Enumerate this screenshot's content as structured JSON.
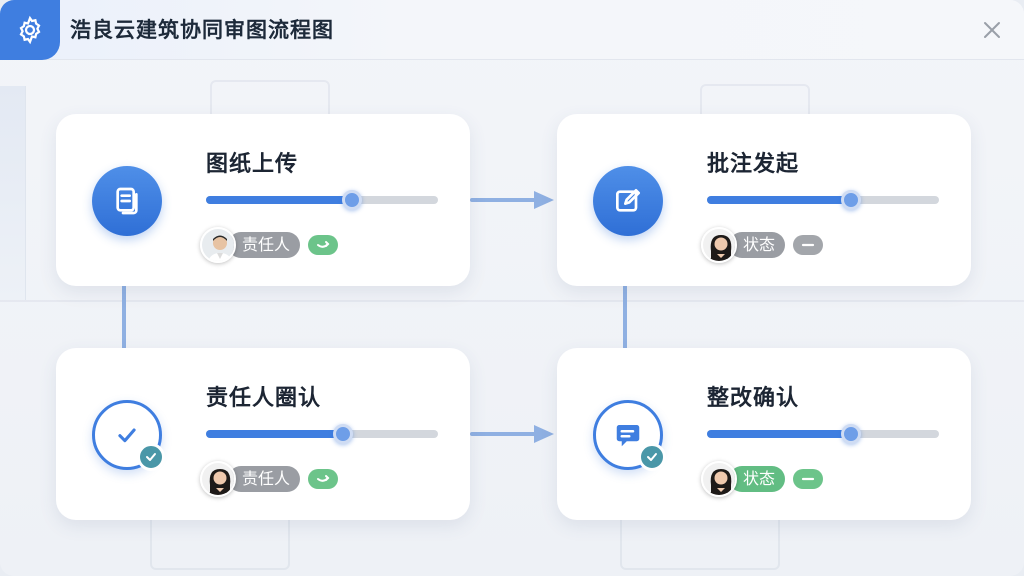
{
  "window": {
    "title": "浩良云建筑协同审图流程图"
  },
  "icons": {
    "app": "gear-icon",
    "close": "close-icon",
    "upload": "document-icon",
    "annotate": "edit-icon",
    "confirm": "check-circle-icon",
    "rectify": "comment-icon",
    "badge": "check-badge-icon"
  },
  "colors": {
    "accent": "#3f7ee0",
    "green": "#62bd83",
    "gray": "#9a9da3",
    "arrow": "#8fb0e2",
    "badge": "#4a97a8"
  },
  "steps": [
    {
      "title": "图纸上传",
      "progress": 0.63,
      "tag": "责任人",
      "tag_color": "gray",
      "status": "on"
    },
    {
      "title": "批注发起",
      "progress": 0.62,
      "tag": "状态",
      "tag_color": "gray",
      "status": "off"
    },
    {
      "title": "责任人圈认",
      "progress": 0.59,
      "tag": "责任人",
      "tag_color": "gray",
      "status": "on"
    },
    {
      "title": "整改确认",
      "progress": 0.62,
      "tag": "状态",
      "tag_color": "green",
      "status": "on"
    }
  ]
}
